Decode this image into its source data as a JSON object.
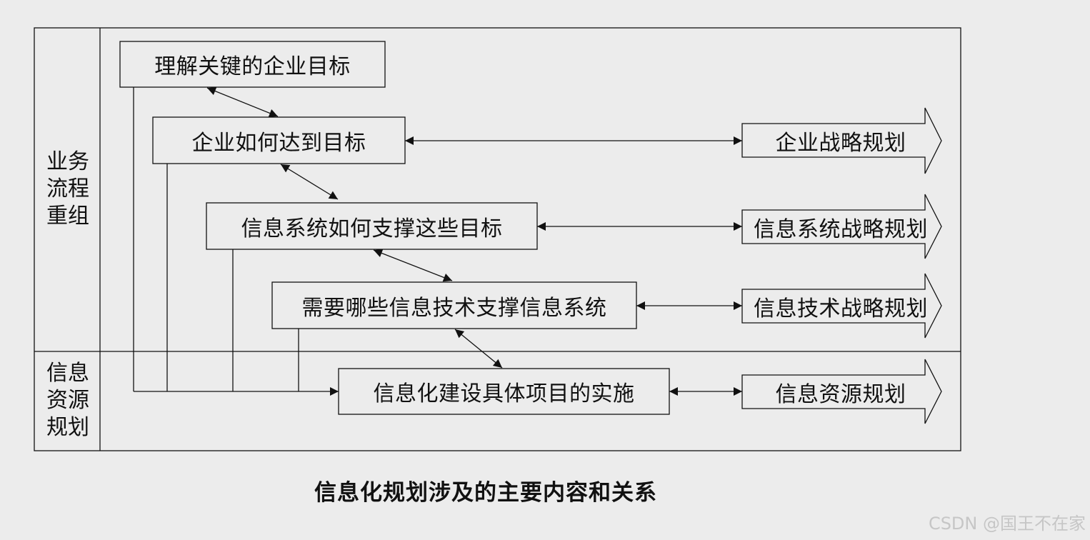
{
  "sections": {
    "top": "业务流程重组",
    "bottom": "信息资源规划"
  },
  "steps": [
    "理解关键的企业目标",
    "企业如何达到目标",
    "信息系统如何支撑这些目标",
    "需要哪些信息技术支撑信息系统",
    "信息化建设具体项目的实施"
  ],
  "outcomes": [
    "企业战略规划",
    "信息系统战略规划",
    "信息技术战略规划",
    "信息资源规划"
  ],
  "caption": "信息化规划涉及的主要内容和关系",
  "watermark": "CSDN @国王不在家"
}
